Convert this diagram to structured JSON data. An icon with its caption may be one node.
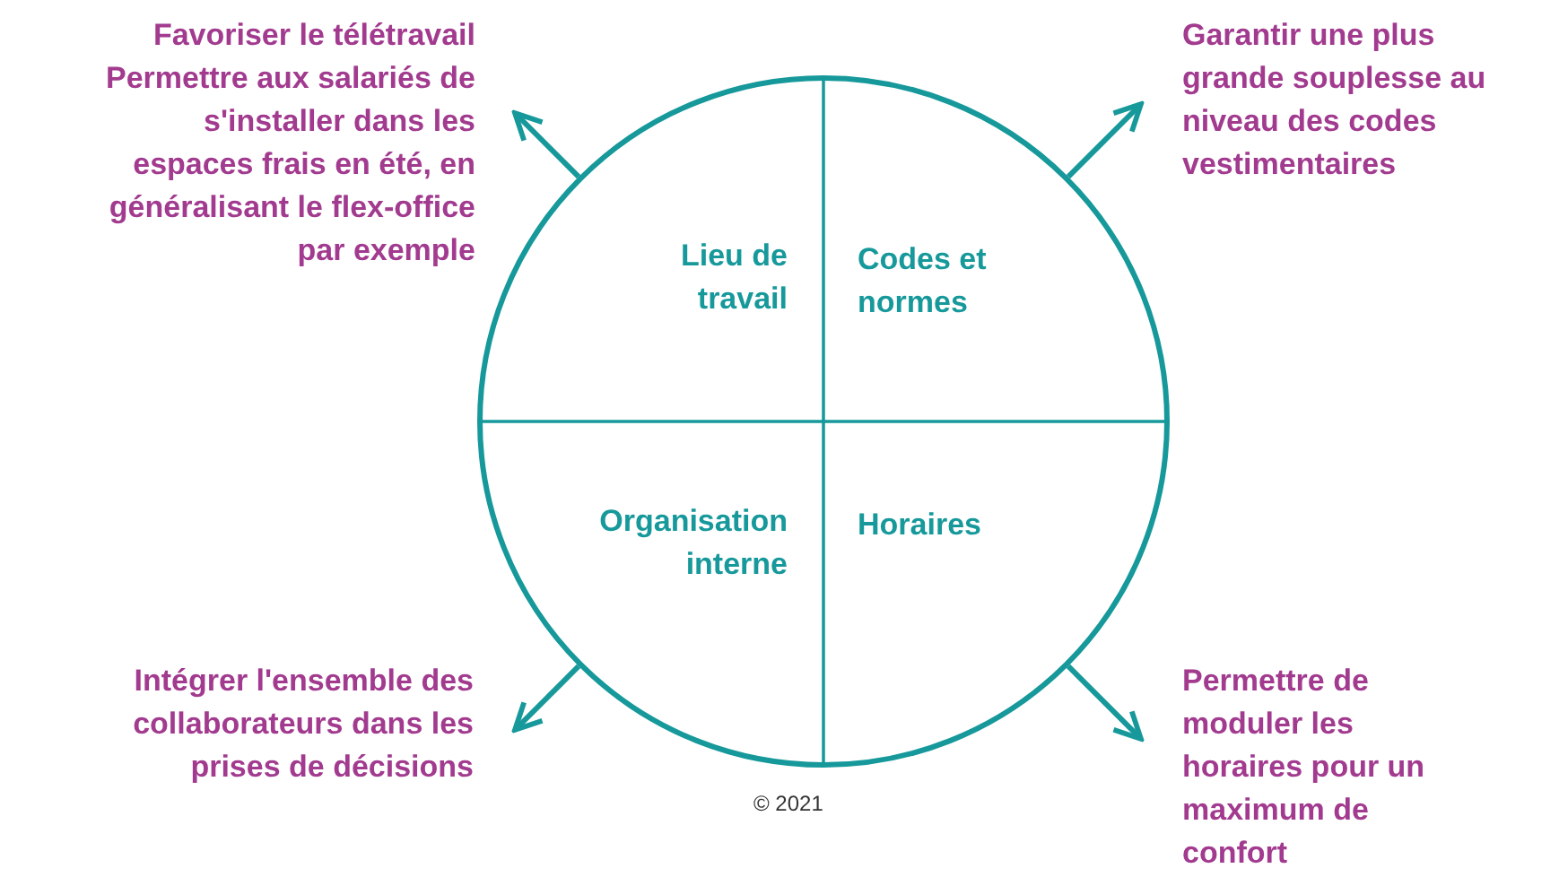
{
  "diagram": {
    "nodes": [
      {
        "text": [],
        "shape": "circle"
      },
      {
        "text": [
          "Lieu de travail"
        ],
        "in": 0
      },
      {
        "text": [
          "Codes et normes"
        ],
        "in": 0
      },
      {
        "text": [
          "Organisation interne"
        ],
        "in": 0
      },
      {
        "text": [
          "Horaires"
        ],
        "in": 0
      },
      {
        "text": [
          "Favoriser le télétravail",
          "Permettre aux salariés de s'installer dans les espaces frais en été, en généralisant le flex-office par exemple"
        ]
      },
      {
        "text": [
          "Garantir une plus grande souplesse au niveau des codes vestimentaires"
        ]
      },
      {
        "text": [
          "Intégrer l'ensemble des collaborateurs dans les prises de décisions"
        ]
      },
      {
        "text": [
          "Permettre de moduler les horaires pour un maximum de confort"
        ]
      }
    ],
    "edges": [
      {
        "from": 1,
        "to": 5,
        "arrow": "to"
      },
      {
        "from": 2,
        "to": 6,
        "arrow": "to"
      },
      {
        "from": 3,
        "to": 7,
        "arrow": "to"
      },
      {
        "from": 4,
        "to": 8,
        "arrow": "to"
      }
    ],
    "labels": [
      "© 2021"
    ]
  }
}
